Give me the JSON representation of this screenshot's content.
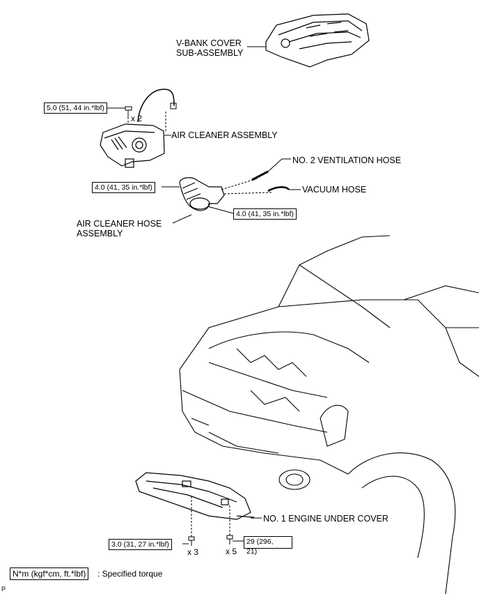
{
  "labels": {
    "vbank": [
      "V-BANK COVER",
      "SUB-ASSEMBLY"
    ],
    "air_cleaner": "AIR CLEANER ASSEMBLY",
    "vent_hose": "NO. 2 VENTILATION HOSE",
    "vacuum_hose": "VACUUM HOSE",
    "air_hose": [
      "AIR CLEANER HOSE",
      "ASSEMBLY"
    ],
    "under_cover": "NO. 1 ENGINE UNDER COVER"
  },
  "torques": {
    "t1": "5.0 (51, 44 in.*lbf)",
    "t2": "4.0 (41, 35 in.*lbf)",
    "t3": "4.0 (41, 35 in.*lbf)",
    "t4": "3.0 (31, 27 in.*lbf)",
    "t5": [
      "29 (296,",
      "21)"
    ]
  },
  "quantities": {
    "q1": "x 2",
    "q2": "x 3",
    "q3": "x 5"
  },
  "legend": {
    "unit": "N*m (kgf*cm, ft.*lbf)",
    "text": ": Specified torque"
  },
  "footer_mark": "P"
}
